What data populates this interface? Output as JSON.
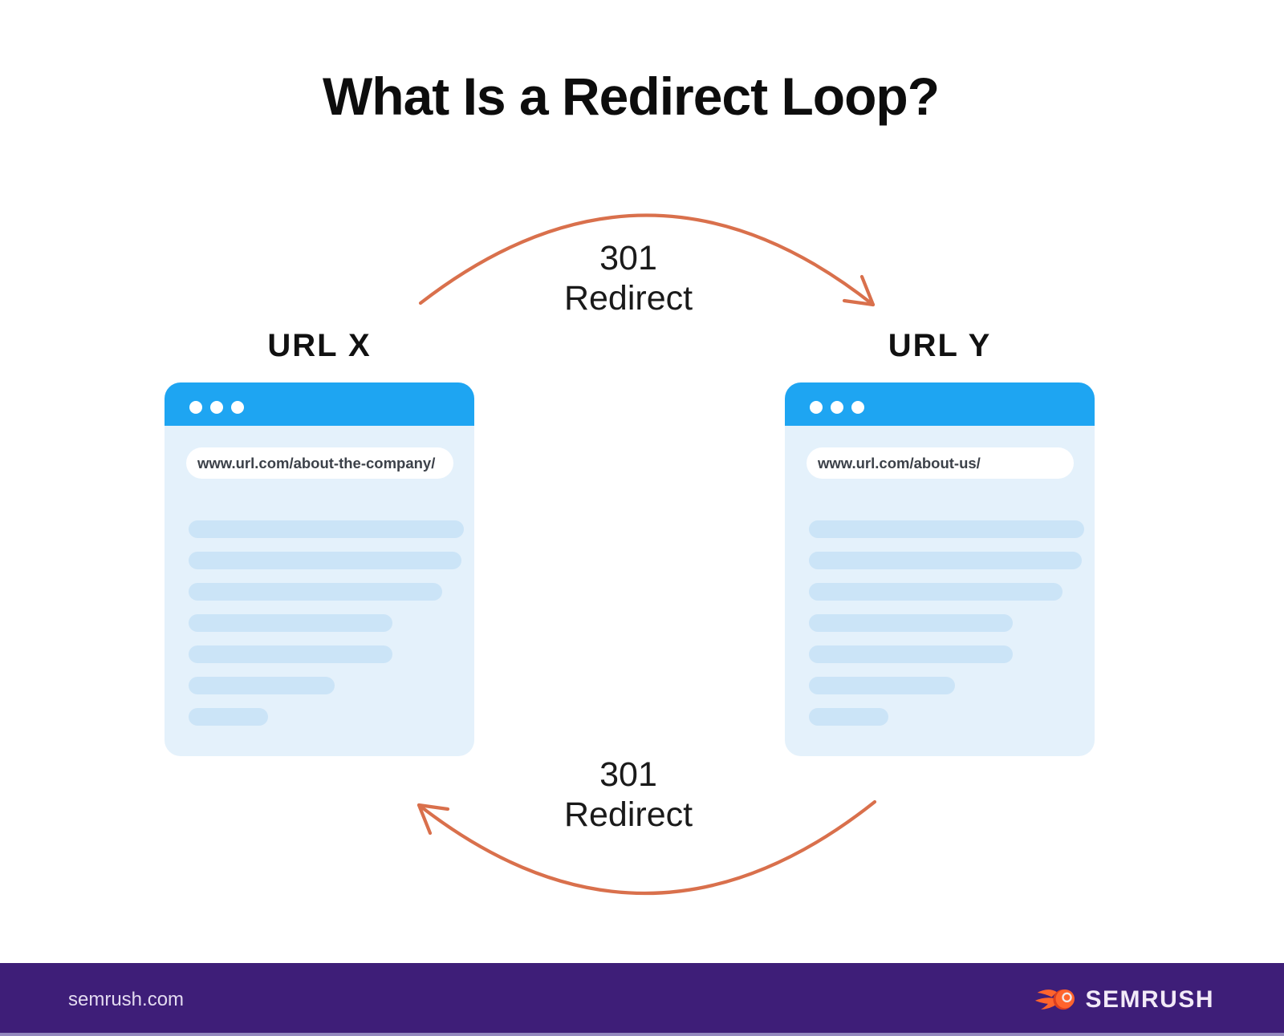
{
  "infographic": {
    "title": "What Is a Redirect Loop?"
  },
  "arrows": {
    "color": "#d9704c",
    "top": {
      "code": "301",
      "word": "Redirect",
      "direction": "url-x-to-url-y"
    },
    "bottom": {
      "code": "301",
      "word": "Redirect",
      "direction": "url-y-to-url-x"
    }
  },
  "browsers": [
    {
      "label": "URL X",
      "address": "www.url.com/about-the-company/"
    },
    {
      "label": "URL Y",
      "address": "www.url.com/about-us/"
    }
  ],
  "browser_style": {
    "top_bar_color": "#1ea5f2",
    "body_color": "#e4f1fb",
    "skeleton_color": "#cbe4f7",
    "skeleton_line_widths_pct": [
      100,
      99,
      92,
      74,
      74,
      53,
      29
    ]
  },
  "footer": {
    "background_color": "#3e1e78",
    "site_label": "semrush.com",
    "brand_name": "SEMRUSH",
    "logo_flame_color": "#ff642d"
  }
}
